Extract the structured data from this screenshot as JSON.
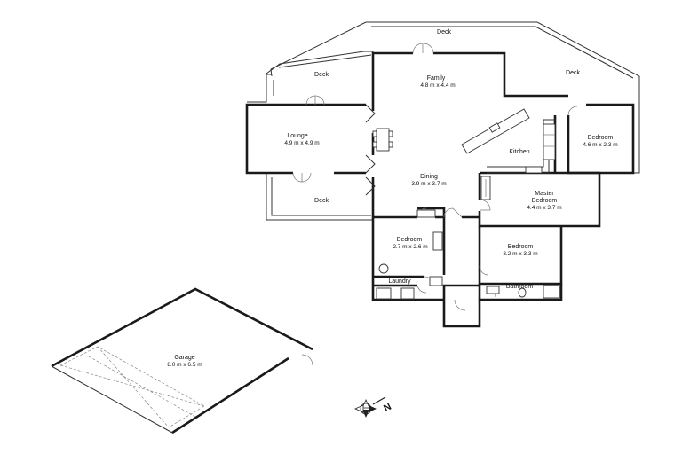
{
  "rooms": {
    "family": {
      "name": "Family",
      "dims": "4.8 m x 4.4 m"
    },
    "lounge": {
      "name": "Lounge",
      "dims": "4.9 m x 4.9 m"
    },
    "dining": {
      "name": "Dining",
      "dims": "3.9 m x 3.7 m"
    },
    "kitchen": {
      "name": "Kitchen"
    },
    "bedroom_ne": {
      "name": "Bedroom",
      "dims": "4.6 m x 2.3 m"
    },
    "master": {
      "name_line1": "Master",
      "name_line2": "Bedroom",
      "dims": "4.4 m x 3.7 m"
    },
    "bedroom_s": {
      "name": "Bedroom",
      "dims": "3.2 m x 3.3 m"
    },
    "bedroom_w": {
      "name": "Bedroom",
      "dims": "2.7 m x 2.6 m"
    },
    "laundry": {
      "name": "Laundry"
    },
    "bathroom": {
      "name": "Bathroom"
    },
    "garage": {
      "name": "Garage",
      "dims": "8.0 m x 6.5 m"
    }
  },
  "decks": {
    "top": "Deck",
    "left": "Deck",
    "right": "Deck",
    "bottom_left": "Deck"
  },
  "compass": {
    "label": "N"
  }
}
